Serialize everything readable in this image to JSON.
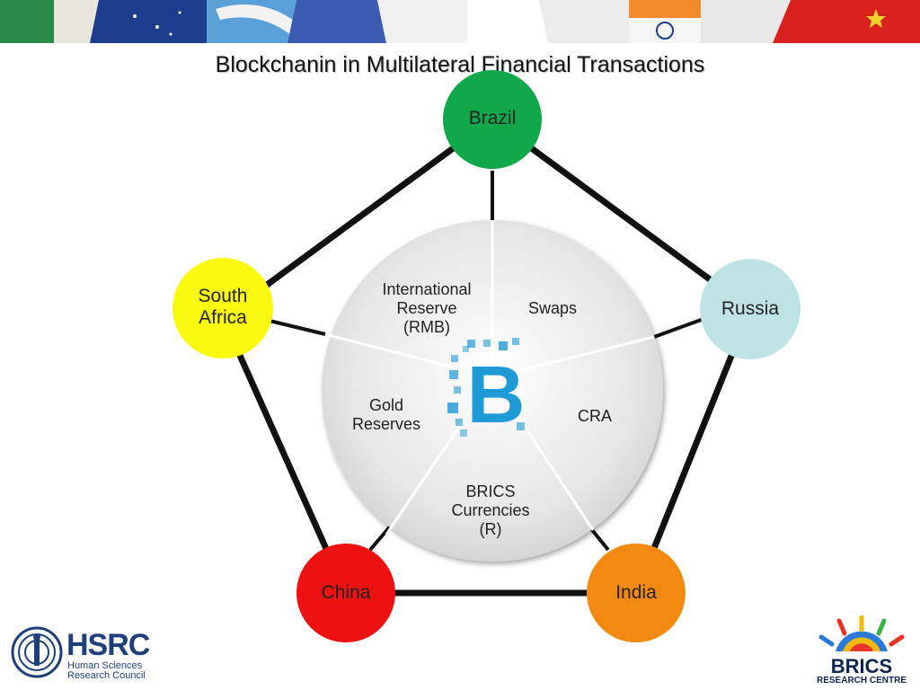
{
  "slide": {
    "title": "Blockchanin in  Multilateral Financial Transactions"
  },
  "nodes": {
    "brazil": {
      "label": "Brazil",
      "color": "#10a84a"
    },
    "russia": {
      "label": "Russia",
      "color": "#bfe3e5"
    },
    "india": {
      "label": "India",
      "color": "#f28a12"
    },
    "china": {
      "label": "China",
      "color": "#ee1111"
    },
    "south_africa": {
      "label_line1": "South",
      "label_line2": "Africa",
      "color": "#fafa10"
    }
  },
  "segments": {
    "reserve": {
      "line1": "International",
      "line2": "Reserve",
      "line3": "(RMB)"
    },
    "swaps": {
      "line1": "Swaps"
    },
    "cra": {
      "line1": "CRA"
    },
    "currencies": {
      "line1": "BRICS",
      "line2": "Currencies",
      "line3": "(R)"
    },
    "gold": {
      "line1": "Gold",
      "line2": "Reserves"
    }
  },
  "center_icon": {
    "name": "bitcoin-blockchain-icon",
    "glyph": "B",
    "color": "#1e9ad6"
  },
  "logos": {
    "hsrc": {
      "name": "HSRC",
      "line1": "Human Sciences",
      "line2": "Research Council"
    },
    "brics": {
      "name": "BRICS",
      "sub": "RESEARCH CENTRE"
    }
  }
}
